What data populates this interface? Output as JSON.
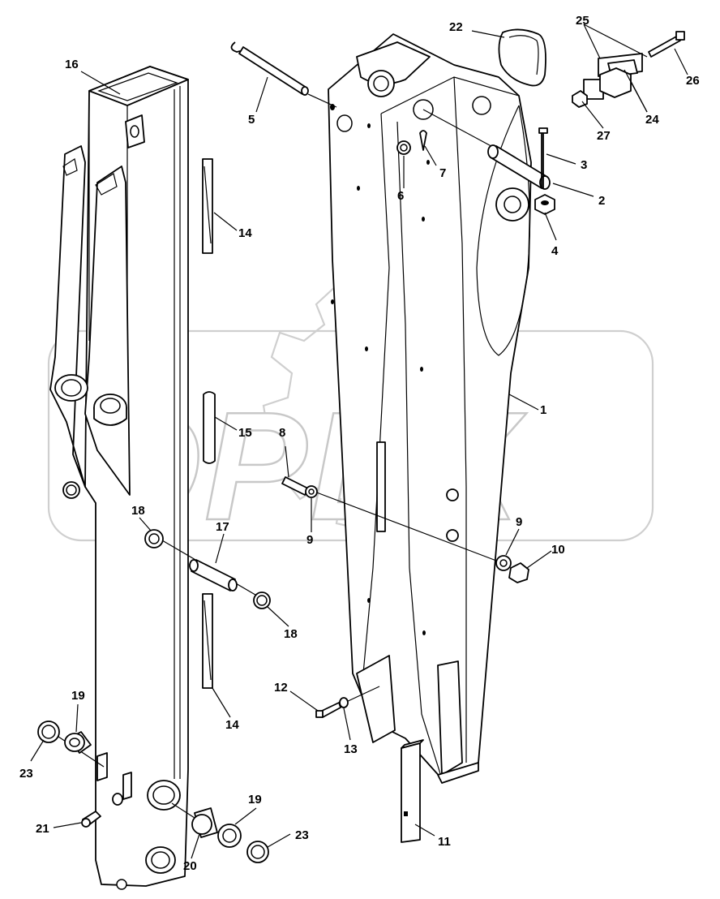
{
  "watermark": {
    "text": "OPEX"
  },
  "corner_mark": "",
  "callouts": {
    "p1": "1",
    "p2": "2",
    "p3": "3",
    "p4": "4",
    "p5": "5",
    "p6": "6",
    "p7": "7",
    "p8": "8",
    "p9a": "9",
    "p9b": "9",
    "p10": "10",
    "p11": "11",
    "p12": "12",
    "p13": "13",
    "p14a": "14",
    "p14b": "14",
    "p15": "15",
    "p16": "16",
    "p17": "17",
    "p18a": "18",
    "p18b": "18",
    "p19a": "19",
    "p19b": "19",
    "p20": "20",
    "p21": "21",
    "p22": "22",
    "p23a": "23",
    "p23b": "23",
    "p24": "24",
    "p25": "25",
    "p26": "26",
    "p27": "27"
  }
}
